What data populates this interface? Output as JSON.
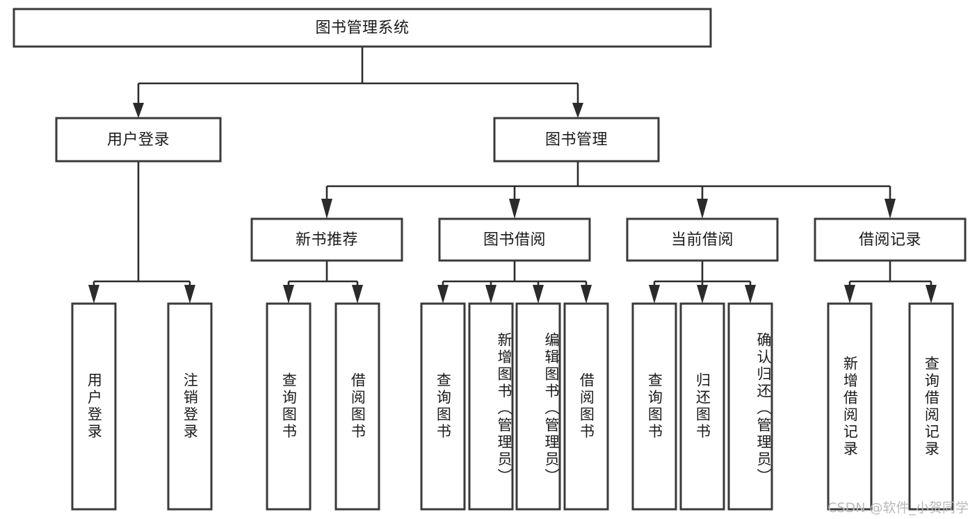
{
  "diagram": {
    "title": "图书管理系统",
    "type": "tree-hierarchy-chart",
    "root": {
      "label": "图书管理系统"
    },
    "level2": [
      {
        "label": "用户登录"
      },
      {
        "label": "图书管理"
      }
    ],
    "level3": [
      {
        "label": "新书推荐"
      },
      {
        "label": "图书借阅"
      },
      {
        "label": "当前借阅"
      },
      {
        "label": "借阅记录"
      }
    ],
    "leaves": {
      "user_login": [
        {
          "label": "用户登录"
        },
        {
          "label": "注销登录"
        }
      ],
      "new_book_recommend": [
        {
          "label": "查询图书"
        },
        {
          "label": "借阅图书"
        }
      ],
      "book_borrow": [
        {
          "label": "查询图书"
        },
        {
          "label": "新增图书（管理员）"
        },
        {
          "label": "编辑图书（管理员）"
        },
        {
          "label": "借阅图书"
        }
      ],
      "current_borrow": [
        {
          "label": "查询图书"
        },
        {
          "label": "归还图书"
        },
        {
          "label": "确认归还（管理员）"
        }
      ],
      "borrow_record": [
        {
          "label": "新增借阅记录"
        },
        {
          "label": "查询借阅记录"
        }
      ]
    }
  },
  "watermark": {
    "text": "CSDN @软件_小贺同学"
  },
  "colors": {
    "box_stroke": "#3a3a3a",
    "connector": "#2b2b2b",
    "text": "#1a1a1a",
    "background": "#ffffff",
    "watermark": "#b9b9b9"
  }
}
